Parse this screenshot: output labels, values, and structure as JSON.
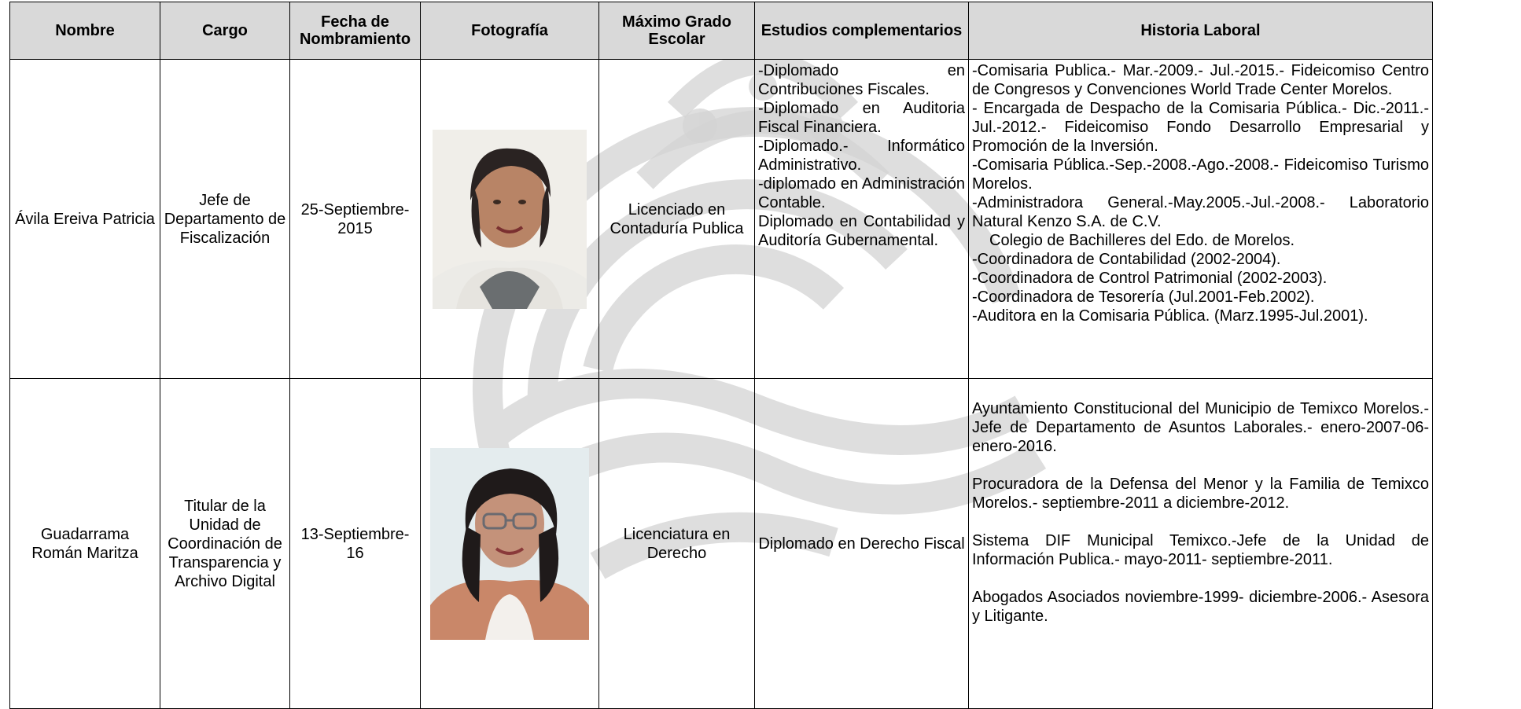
{
  "headers": {
    "nombre": "Nombre",
    "cargo": "Cargo",
    "fecha": "Fecha de Nombramiento",
    "foto": "Fotografía",
    "grado": "Máximo Grado Escolar",
    "estudios": "Estudios complementarios",
    "historia": "Historia Laboral"
  },
  "rows": [
    {
      "nombre": "Ávila Ereiva Patricia",
      "cargo": "Jefe de Departamento de Fiscalización",
      "fecha": "25-Septiembre-2015",
      "grado": "Licenciado en Contaduría Publica",
      "estudios": [
        "-Diplomado en Contribuciones Fiscales.",
        "-Diplomado en Auditoria Fiscal Financiera.",
        "-Diplomado.- Informático Administrativo.",
        "-diplomado en Administración Contable.",
        "Diplomado en Contabilidad y Auditoría Gubernamental."
      ],
      "historia": [
        "-Comisaria Publica.- Mar.-2009.- Jul.-2015.- Fideicomiso Centro de Congresos y Convenciones World Trade Center Morelos.",
        "- Encargada de Despacho de la Comisaria Pública.- Dic.-2011.- Jul.-2012.- Fideicomiso Fondo Desarrollo Empresarial y Promoción de la Inversión.",
        "-Comisaria Pública.-Sep.-2008.-Ago.-2008.- Fideicomiso Turismo Morelos.",
        "-Administradora General.-May.2005.-Jul.-2008.- Laboratorio Natural Kenzo S.A. de C.V.",
        "Colegio de Bachilleres del Edo. de Morelos.",
        "-Coordinadora de Contabilidad (2002-2004).",
        "-Coordinadora de Control Patrimonial (2002-2003).",
        "-Coordinadora de Tesorería (Jul.2001-Feb.2002).",
        "-Auditora en la Comisaria Pública. (Marz.1995-Jul.2001)."
      ]
    },
    {
      "nombre": "Guadarrama Román Maritza",
      "cargo": "Titular de la Unidad de Coordinación de Transparencia y Archivo Digital",
      "fecha": "13-Septiembre-16",
      "grado": "Licenciatura en Derecho",
      "estudios": [
        "Diplomado en Derecho Fiscal"
      ],
      "historia": [
        "Ayuntamiento Constitucional del Municipio de Temixco Morelos.- Jefe de Departamento de Asuntos Laborales.- enero-2007-06-enero-2016.",
        "Procuradora de la Defensa del Menor y la Familia de Temixco Morelos.- septiembre-2011 a diciembre-2012.",
        "Sistema DIF Municipal Temixco.-Jefe de la Unidad de Información Publica.- mayo-2011- septiembre-2011.",
        "Abogados Asociados noviembre-1999- diciembre-2006.- Asesora y Litigante."
      ]
    }
  ]
}
